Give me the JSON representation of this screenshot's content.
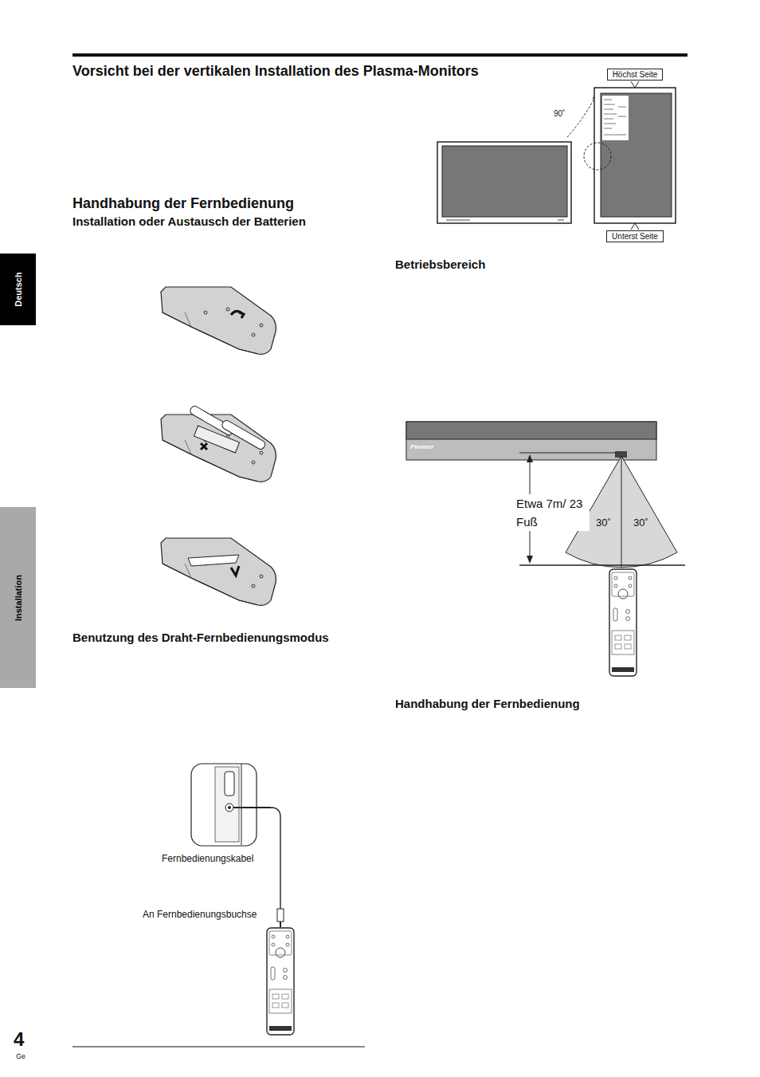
{
  "diagram": {
    "title": "Vorsicht bei der vertikalen Installation des Plasma-Monitors",
    "nodes": [
      {
        "text": [
          "Höchst Seite"
        ]
      },
      {
        "text": [
          "Unterst Seite"
        ]
      },
      {
        "text": [
          "Deutsch"
        ]
      },
      {
        "text": [
          "Installation"
        ]
      }
    ],
    "labels": [
      "Handhabung der Fernbedienung",
      "Installation oder Austausch der Batterien",
      "Betriebsbereich",
      "Benutzung des Draht-Fernbedienungsmodus",
      "Handhabung der Fernbedienung",
      "90˚",
      "Pioneer",
      "Etwa 7m/ 23 Fuß",
      "30˚",
      "30˚",
      "Fernbedienungskabel",
      "An Fernbedienungsbuchse",
      "4",
      "Ge"
    ]
  }
}
